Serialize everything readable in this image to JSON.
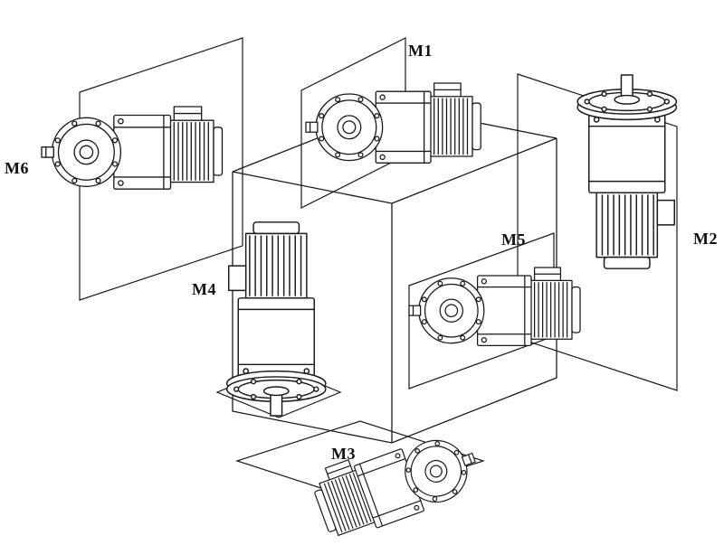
{
  "figure": {
    "type": "gearmotor-mounting-position-diagram",
    "positions": [
      {
        "label": "M1",
        "placement": "top"
      },
      {
        "label": "M2",
        "placement": "right"
      },
      {
        "label": "M3",
        "placement": "bottom"
      },
      {
        "label": "M4",
        "placement": "center-left"
      },
      {
        "label": "M5",
        "placement": "center-right"
      },
      {
        "label": "M6",
        "placement": "left"
      }
    ],
    "colors": {
      "line": "#1a1a1a",
      "background": "#ffffff"
    }
  }
}
